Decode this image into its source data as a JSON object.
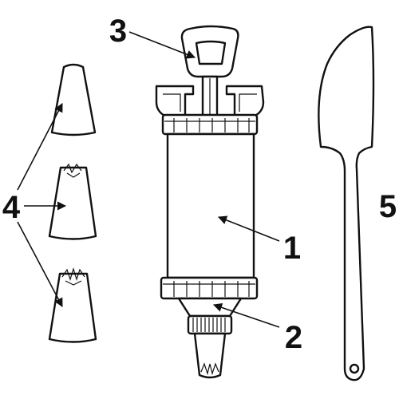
{
  "labels": {
    "barrel": "1",
    "nozzle": "2",
    "plunger_handle": "3",
    "decorating_tips": "4",
    "spatula": "5"
  },
  "colors": {
    "line": "#111111",
    "background": "#ffffff"
  }
}
